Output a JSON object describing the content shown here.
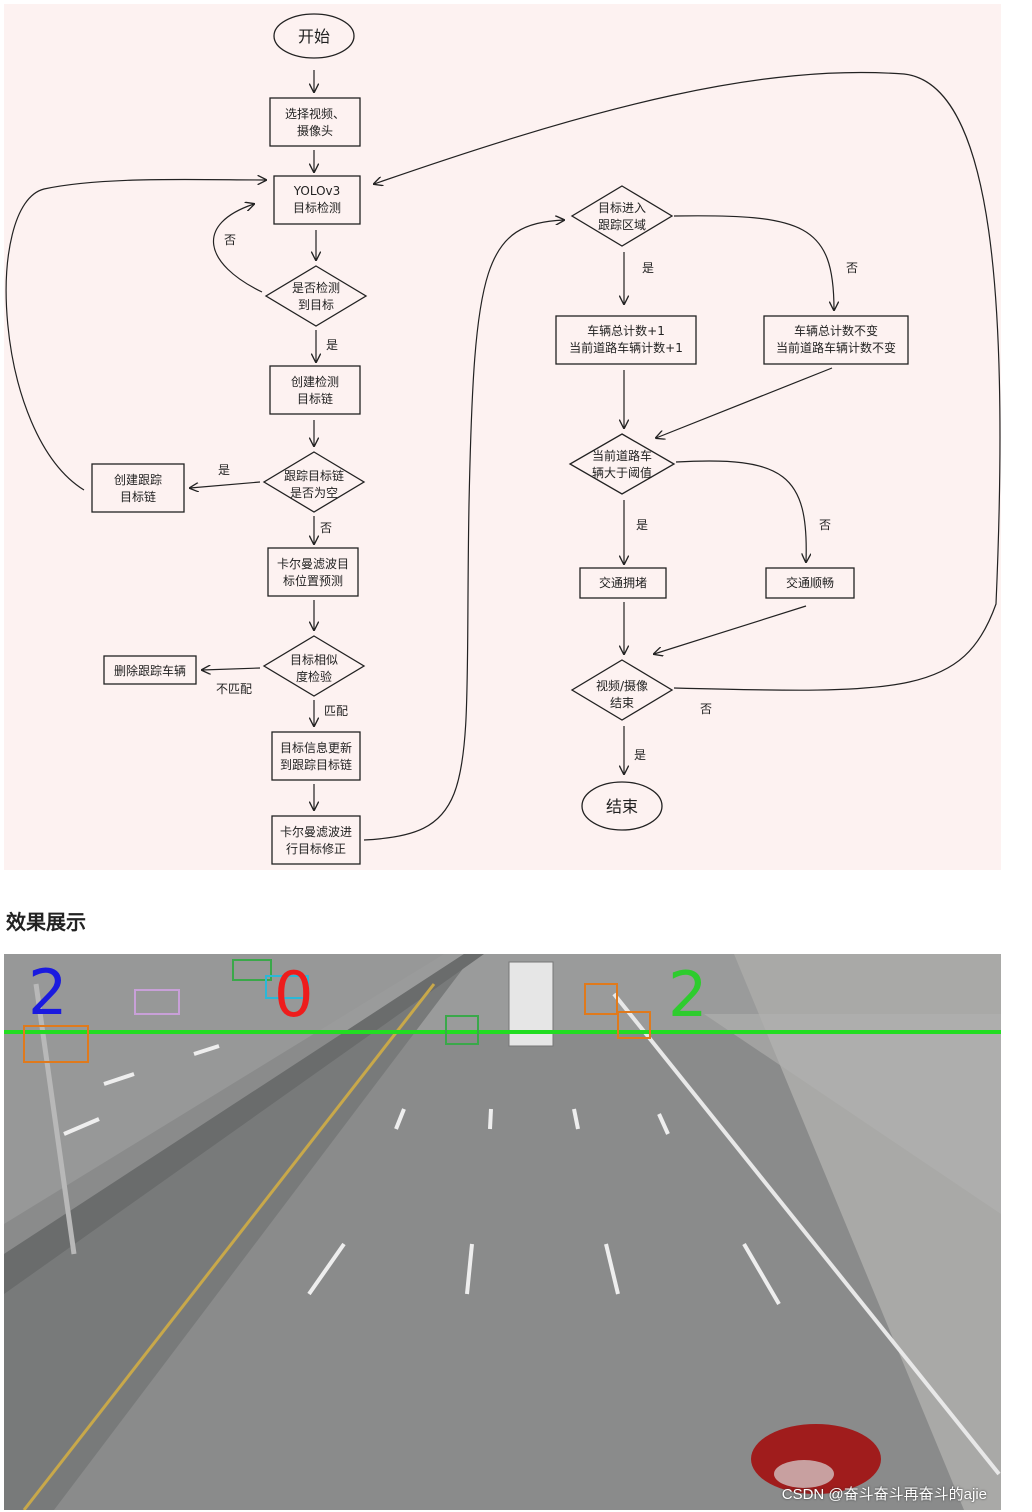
{
  "flowchart": {
    "nodes": {
      "start": "开始",
      "select_video": [
        "选择视频、",
        "摄像头"
      ],
      "yolo_detect": [
        "YOLOv3",
        "目标检测"
      ],
      "detected_q": [
        "是否检测",
        "到目标"
      ],
      "create_det_chain": [
        "创建检测",
        "目标链"
      ],
      "track_chain_empty_q": [
        "跟踪目标链",
        "是否为空"
      ],
      "create_track_chain": [
        "创建跟踪",
        "目标链"
      ],
      "kalman_predict": [
        "卡尔曼滤波目",
        "标位置预测"
      ],
      "similarity_q": [
        "目标相似",
        "度检验"
      ],
      "delete_track": "删除跟踪车辆",
      "update_track": [
        "目标信息更新",
        "到跟踪目标链"
      ],
      "kalman_correct": [
        "卡尔曼滤波进",
        "行目标修正"
      ],
      "enter_region_q": [
        "目标进入",
        "跟踪区域"
      ],
      "count_plus": [
        "车辆总计数+1",
        "当前道路车辆计数+1"
      ],
      "count_same": [
        "车辆总计数不变",
        "当前道路车辆计数不变"
      ],
      "threshold_q": [
        "当前道路车",
        "辆大于阈值"
      ],
      "congested": "交通拥堵",
      "smooth": "交通顺畅",
      "end_q": [
        "视频/摄像",
        "结束"
      ],
      "end": "结束"
    },
    "edge_labels": {
      "no": "否",
      "yes": "是",
      "mismatch": "不匹配",
      "match": "匹配"
    }
  },
  "section_heading": "效果展示",
  "demo": {
    "count_left": "2",
    "count_middle": "0",
    "count_right": "2",
    "colors": {
      "left_count": "#1a1adf",
      "middle_count": "#ee1c1c",
      "right_count": "#2ecc2e",
      "line": "#22dd22"
    }
  },
  "watermark": "CSDN @奋斗奋斗再奋斗的ajie"
}
